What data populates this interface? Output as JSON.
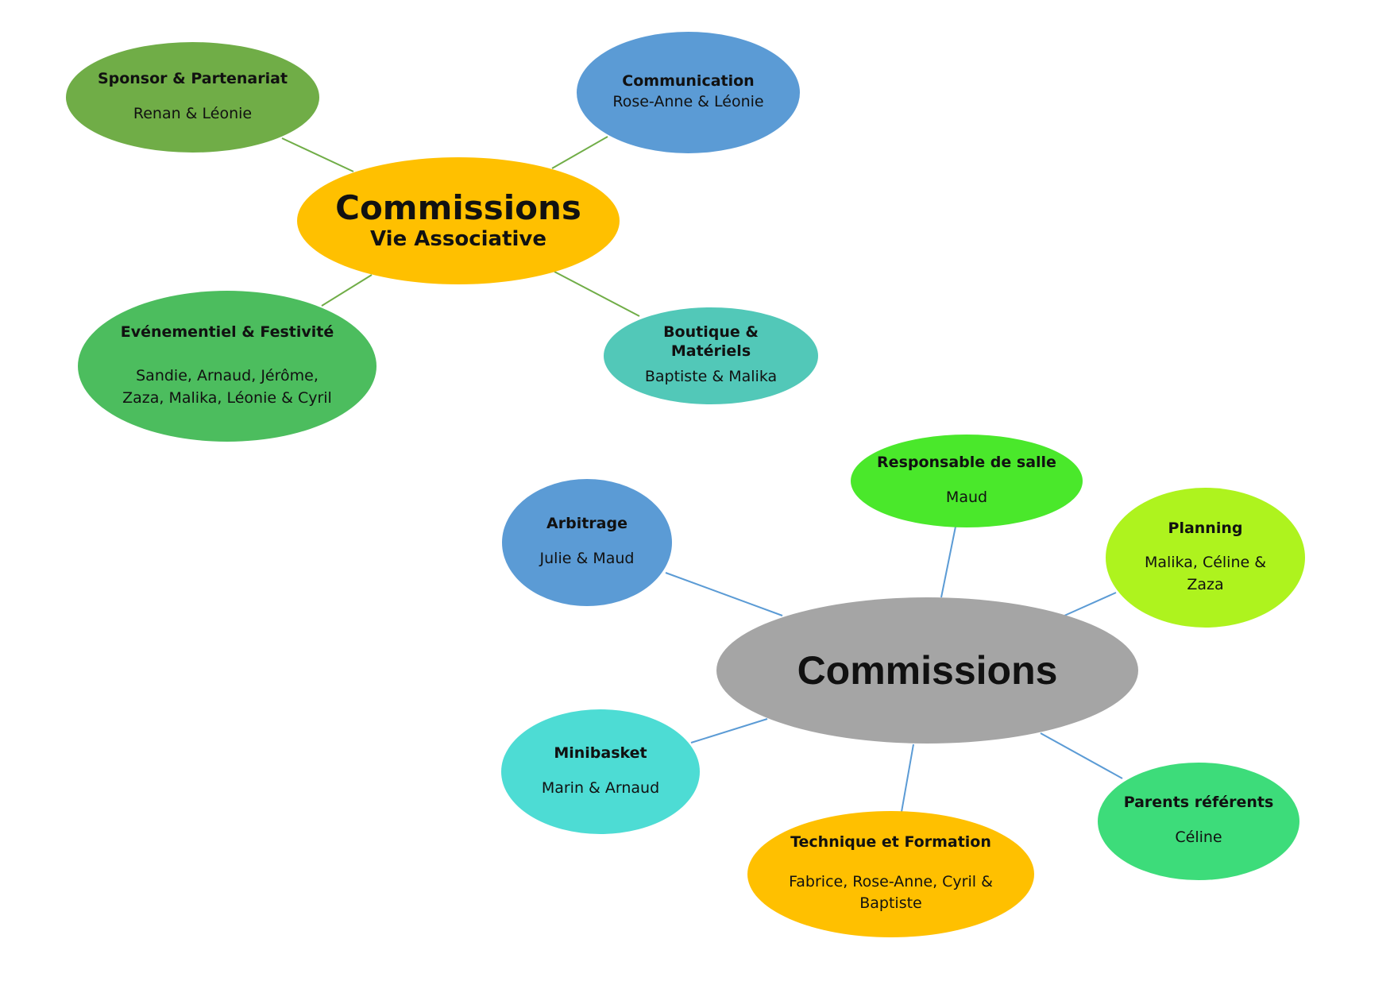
{
  "colors": {
    "vie_line": "#70ad47",
    "main_line": "#5b9bd5",
    "hub_vie": "#ffc000",
    "hub_main": "#a5a5a5",
    "sponsor": "#70ad47",
    "communication": "#5b9bd5",
    "evenementiel": "#4cbd5e",
    "boutique": "#52c8b8",
    "arbitrage": "#5b9bd5",
    "responsable": "#4ae82b",
    "planning": "#aef31e",
    "minibasket": "#4ddcd4",
    "technique": "#ffc000",
    "parents": "#3ddc7a"
  },
  "diagram": {
    "vie_associative": {
      "hub": {
        "title": "Commissions",
        "subtitle": "Vie Associative"
      },
      "nodes": {
        "sponsor": {
          "title": "Sponsor & Partenariat",
          "members": [
            "Renan & Léonie"
          ]
        },
        "communication": {
          "title": "Communication",
          "members": [
            "Rose-Anne & Léonie"
          ]
        },
        "evenementiel": {
          "title": "Evénementiel & Festivité",
          "members": [
            "Sandie, Arnaud, Jérôme,",
            "Zaza, Malika, Léonie & Cyril"
          ]
        },
        "boutique": {
          "title_lines": [
            "Boutique &",
            "Matériels"
          ],
          "members": [
            "Baptiste & Malika"
          ]
        }
      }
    },
    "commissions": {
      "hub": {
        "title": "Commissions"
      },
      "nodes": {
        "arbitrage": {
          "title": "Arbitrage",
          "members": [
            "Julie & Maud"
          ]
        },
        "responsable": {
          "title": "Responsable de salle",
          "members": [
            "Maud"
          ]
        },
        "planning": {
          "title": "Planning",
          "members": [
            "Malika, Céline &",
            "Zaza"
          ]
        },
        "minibasket": {
          "title": "Minibasket",
          "members": [
            "Marin & Arnaud"
          ]
        },
        "technique": {
          "title": "Technique et Formation",
          "members": [
            "Fabrice, Rose-Anne, Cyril &",
            "Baptiste"
          ]
        },
        "parents": {
          "title": "Parents référents",
          "members": [
            "Céline"
          ]
        }
      }
    }
  }
}
